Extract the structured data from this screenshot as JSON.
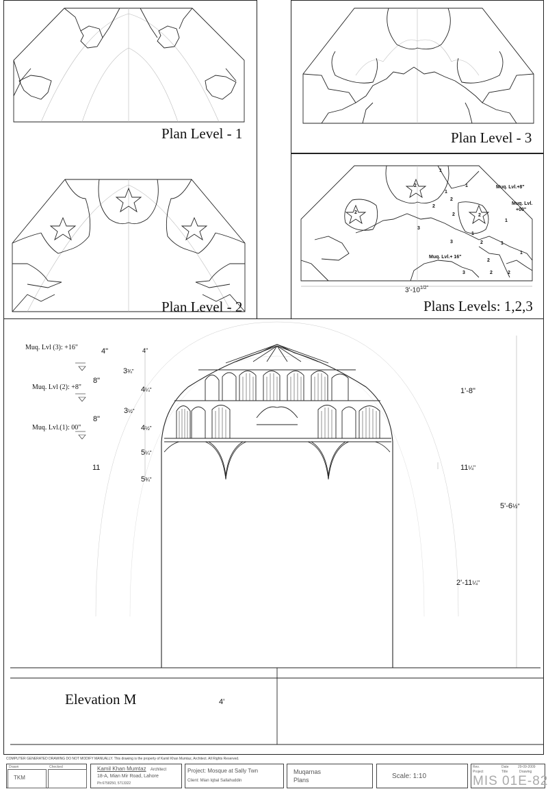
{
  "plans": {
    "level1_title": "Plan Level - 1",
    "level2_title": "Plan Level - 2",
    "level3_title": "Plan Level - 3",
    "combined_title": "Plans Levels: 1,2,3",
    "combined_width_dim": "3'-10",
    "combined_width_frac": "1/2\"",
    "combined_labels": {
      "lvl_plus8": "Muq. Lvl.+8\"",
      "lvl_00_a": "Muq. Lvl.",
      "lvl_00_b": "+00\"",
      "lvl_16": "Muq. Lvl.+ 16\""
    }
  },
  "elevation": {
    "title": "Elevation M",
    "levels": {
      "lvl3": "Muq. Lvl (3): +16\"",
      "lvl2": "Muq. Lvl (2): +8\"",
      "lvl1": "Muq. Lvl.(1): 00\""
    },
    "left_dims": {
      "d4a": "4\"",
      "d4b": "4\"",
      "d8a": "8\"",
      "d8b": "8\"",
      "d11": "11",
      "f1": "3",
      "f2": "4",
      "f3": "3",
      "f4": "4",
      "f5": "5",
      "f6": "5"
    },
    "right_dims": {
      "d1": "1'-8\"",
      "d2": "11",
      "d3": "5'-6",
      "d4": "2'-11"
    },
    "bottom_dim": "4'"
  },
  "title_block": {
    "notice": "COMPUTER GENERATED DRAWING DO NOT MODIFY MANUALLY.     This drawing is the property of Kamil Khan Mumtaz, Architect.      All Rights Reserved.",
    "drawn_label": "Drawn",
    "checked_label": "Checked",
    "drawn_value": "TKM",
    "architect_name": "Kamil Khan Mumtaz",
    "architect_role": "Architect",
    "architect_address": "18-A, Mian Mir Road, Lahore",
    "architect_phone": "Ph:6758250, 5713322",
    "project": "Project: Mosque at Sally Twn",
    "client": "Client: Mian Iqbal Sallahuddin",
    "drawing_title_1": "Muqarnas",
    "drawing_title_2": "Plans",
    "scale": "Scale:  1:10",
    "rev_label": "Rev.",
    "date_label": "Date",
    "date_value": "29-09-2009",
    "project_label": "Project",
    "title_label": "Title",
    "drawing_label": "Drawing",
    "drawing_no": "MIS 01E-82"
  }
}
